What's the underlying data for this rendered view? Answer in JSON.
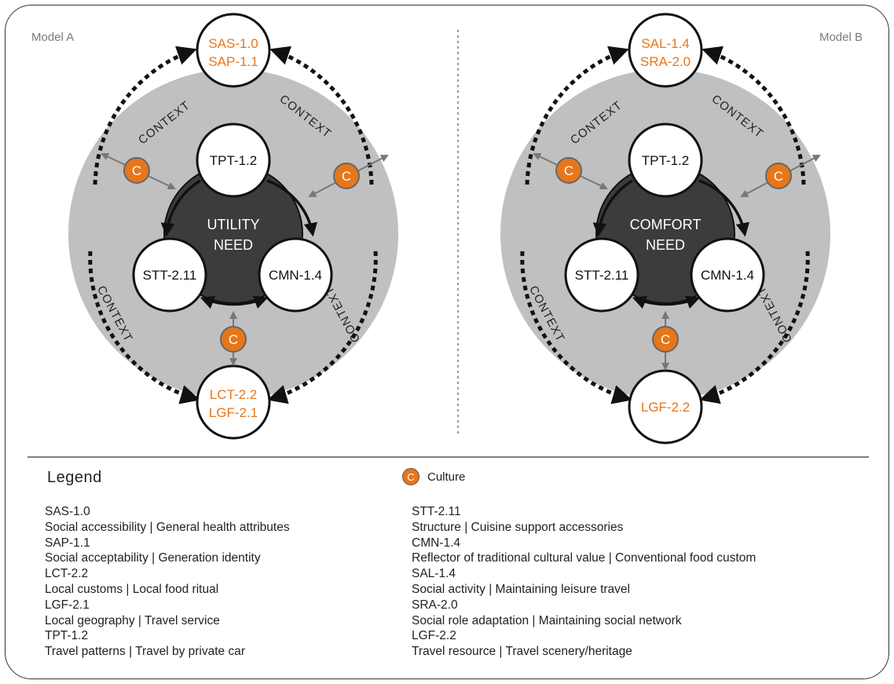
{
  "models": [
    {
      "label": "Model A",
      "need": [
        "UTILITY",
        "NEED"
      ],
      "top_node": [
        "SAS-1.0",
        "SAP-1.1"
      ],
      "bottom_node": [
        "LCT-2.2",
        "LGF-2.1"
      ],
      "inner_top": "TPT-1.2",
      "inner_left": "STT-2.11",
      "inner_right": "CMN-1.4",
      "context": "CONTEXT",
      "culture": "C"
    },
    {
      "label": "Model B",
      "need": [
        "COMFORT",
        "NEED"
      ],
      "top_node": [
        "SAL-1.4",
        "SRA-2.0"
      ],
      "bottom_node": [
        "LGF-2.2"
      ],
      "inner_top": "TPT-1.2",
      "inner_left": "STT-2.11",
      "inner_right": "CMN-1.4",
      "context": "CONTEXT",
      "culture": "C"
    }
  ],
  "legend": {
    "title": "Legend",
    "culture_badge": "C",
    "culture_label": "Culture",
    "left": [
      "SAS-1.0",
      "Social accessibility | General health attributes",
      "SAP-1.1",
      "Social acceptability | Generation identity",
      "LCT-2.2",
      "Local customs | Local food ritual",
      "LGF-2.1",
      "Local geography | Travel service",
      "TPT-1.2",
      "Travel patterns | Travel by private car"
    ],
    "right": [
      "STT-2.11",
      "Structure | Cuisine support accessories",
      "CMN-1.4",
      "Reflector of traditional cultural value | Conventional food custom",
      "SAL-1.4",
      "Social activity | Maintaining leisure travel",
      "SRA-2.0",
      "Social role adaptation | Maintaining social network",
      "LGF-2.2",
      "Travel resource | Travel scenery/heritage"
    ]
  },
  "colors": {
    "orange": "#e8761a",
    "gray_disc": "#c0c0c0",
    "need_disc": "#3d3b3b"
  }
}
